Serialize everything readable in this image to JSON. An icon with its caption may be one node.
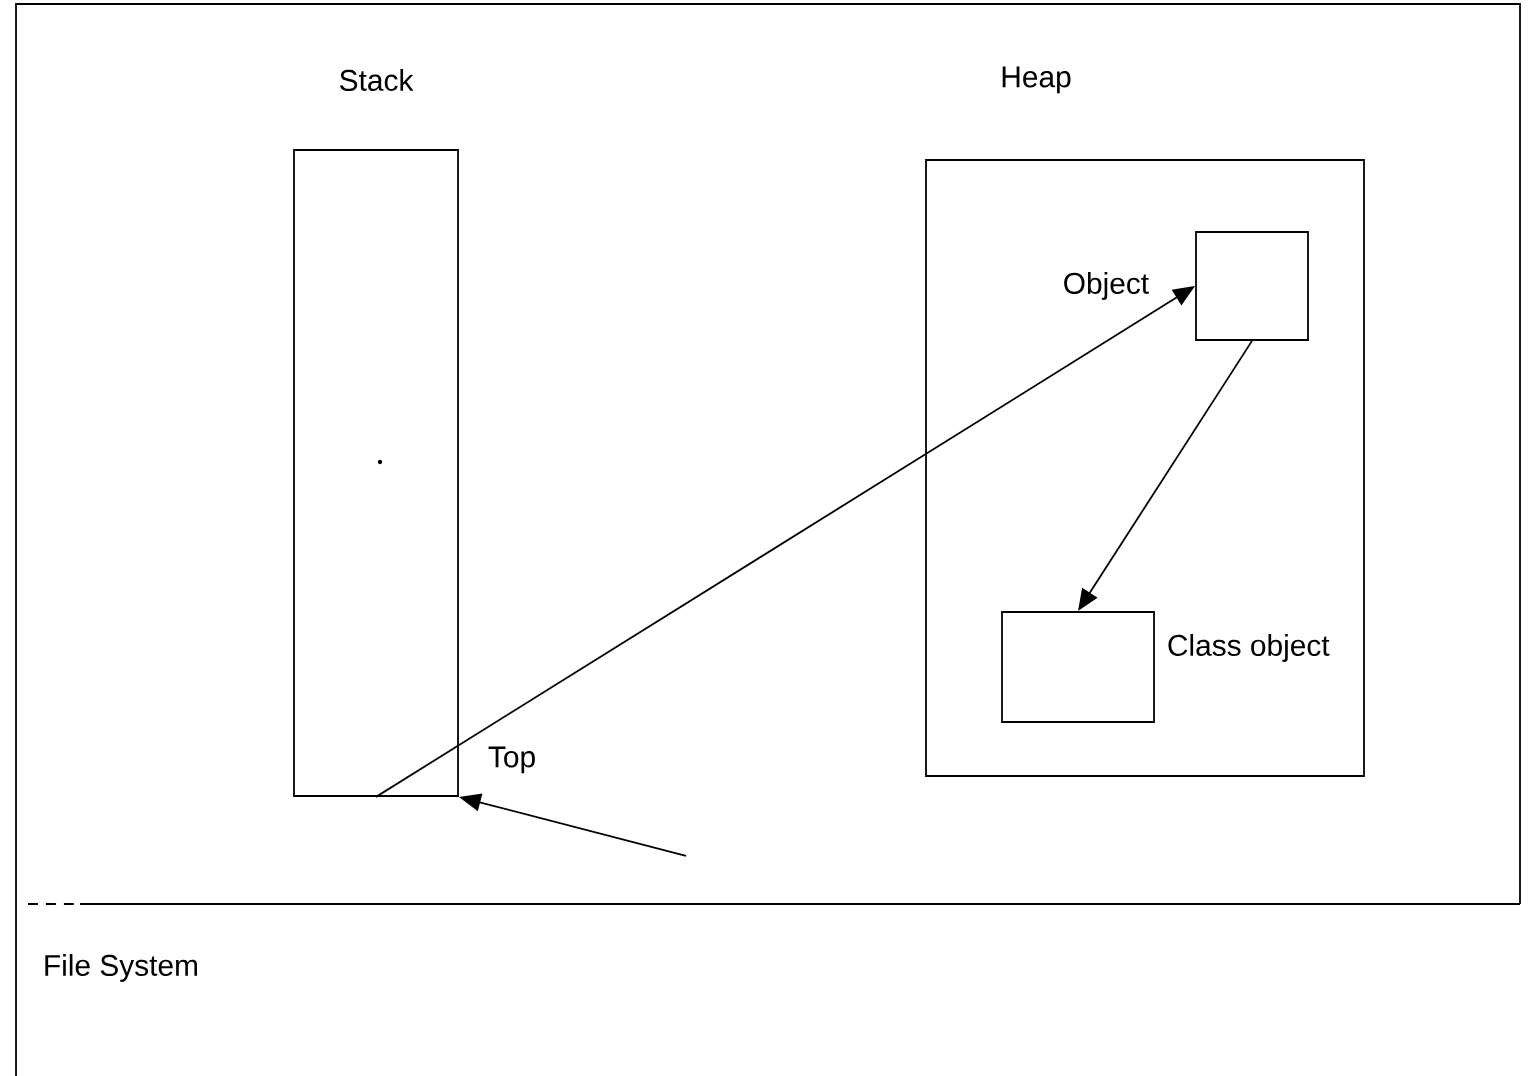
{
  "diagram": {
    "nodes": [
      {
        "text": [
          "Stack"
        ]
      },
      {
        "text": [
          "Heap"
        ]
      },
      {
        "text": [
          "Object"
        ],
        "in": 1
      },
      {
        "text": [
          "Class object"
        ],
        "in": 1
      }
    ],
    "edges": [
      {
        "from": 0,
        "to": 2,
        "arrow": "to"
      },
      {
        "from": 2,
        "to": 3,
        "arrow": "to"
      },
      {
        "from": null,
        "to": 0,
        "arrow": "to",
        "label": "Top"
      }
    ],
    "labels": [
      "File System"
    ]
  }
}
